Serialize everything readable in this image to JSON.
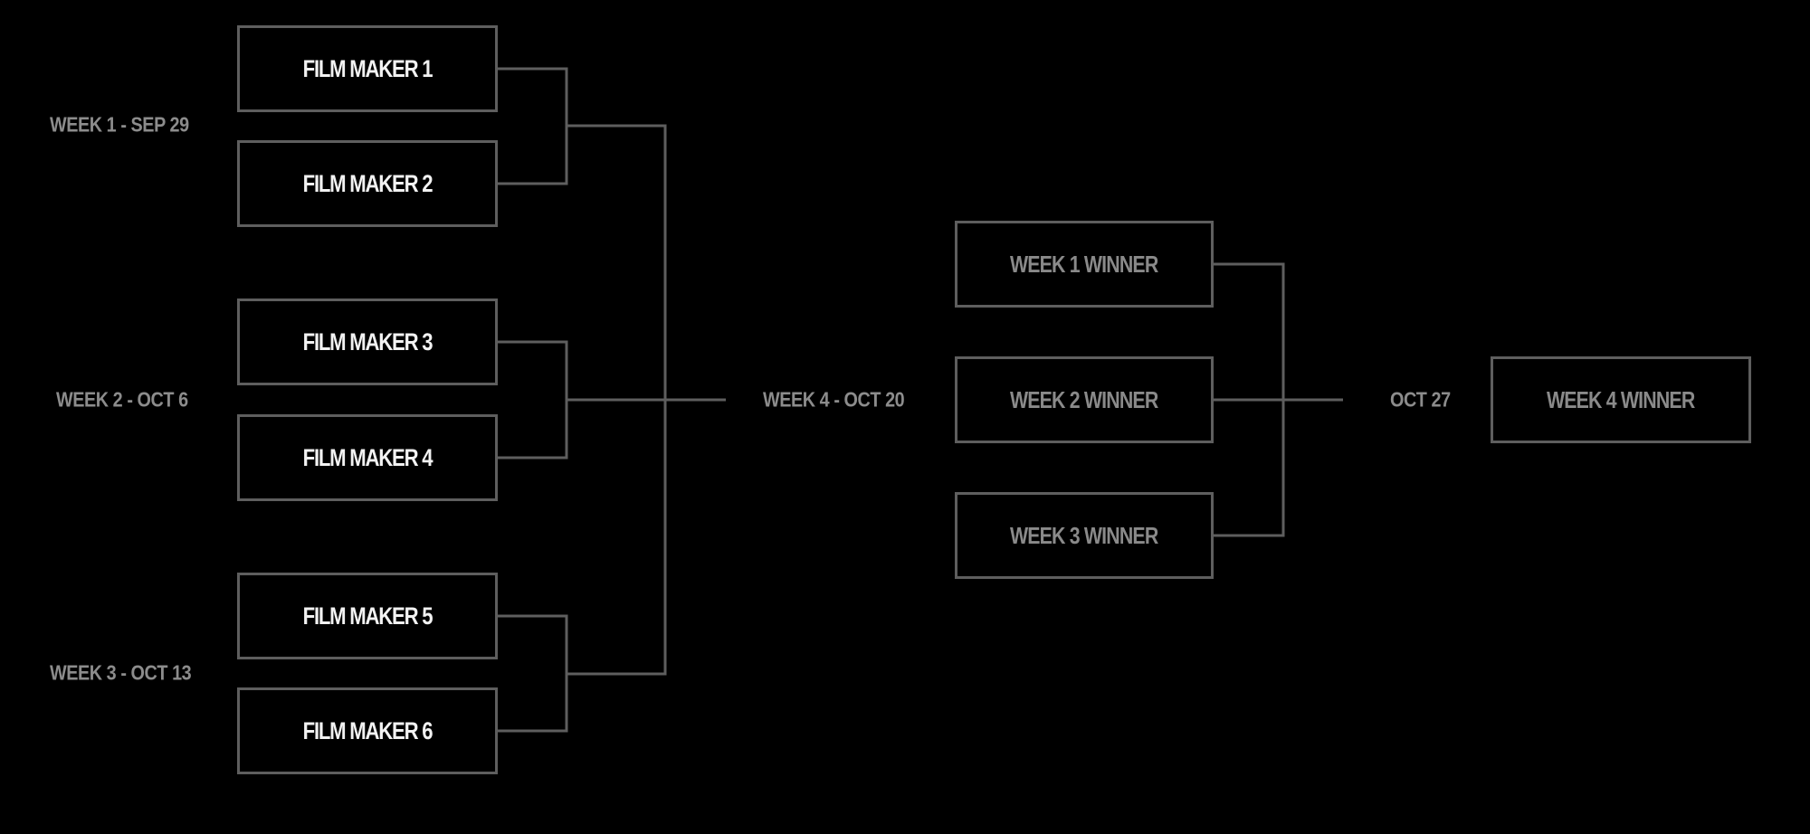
{
  "colors": {
    "background": "#000000",
    "box_border": "#5e5e5e",
    "connector": "#5e5e5e",
    "entrant_text": "#f2f2f2",
    "winner_text": "#8a8a8a",
    "label_text": "#8c8c8c"
  },
  "round1": {
    "matches": [
      {
        "date_label": "WEEK 1 - SEP 29",
        "entrants": [
          "FILM MAKER 1",
          "FILM MAKER 2"
        ]
      },
      {
        "date_label": "WEEK 2 - OCT 6",
        "entrants": [
          "FILM MAKER 3",
          "FILM MAKER 4"
        ]
      },
      {
        "date_label": "WEEK 3 - OCT 13",
        "entrants": [
          "FILM MAKER 5",
          "FILM MAKER 6"
        ]
      }
    ]
  },
  "round2": {
    "date_label": "WEEK 4 - OCT 20",
    "entrants": [
      "WEEK 1 WINNER",
      "WEEK 2 WINNER",
      "WEEK 3 WINNER"
    ]
  },
  "final": {
    "date_label": "OCT 27",
    "winner": "WEEK 4 WINNER"
  }
}
